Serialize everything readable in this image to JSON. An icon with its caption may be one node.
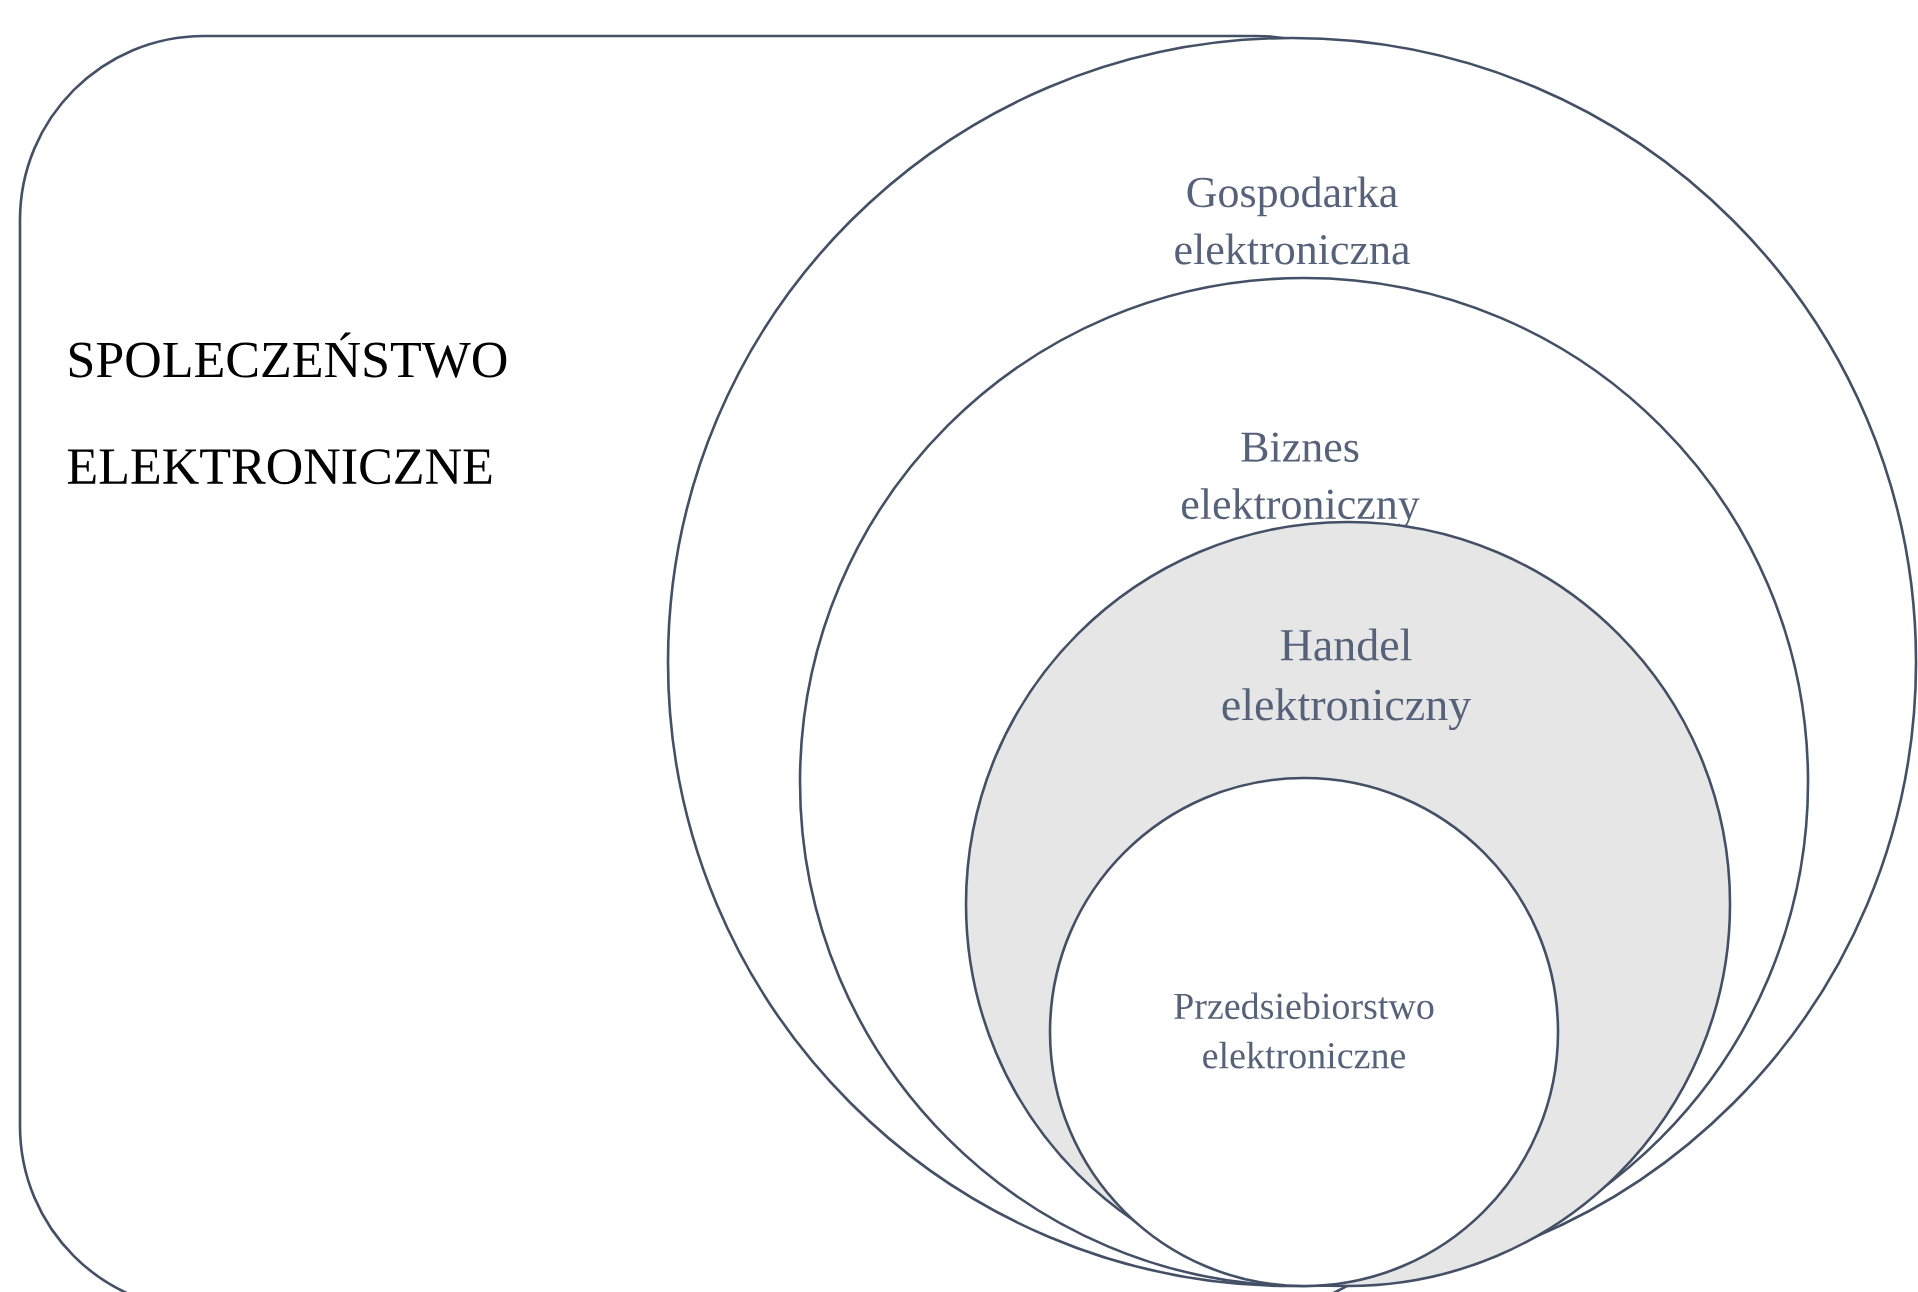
{
  "diagram": {
    "nodes": [
      {
        "text": [
          "SPOLECZEŃSTWO ELEKTRONICZNE"
        ]
      },
      {
        "text": [
          "Gospodarka elektroniczna"
        ]
      },
      {
        "text": [
          "Biznes elektroniczny"
        ],
        "in": 1
      },
      {
        "text": [
          "Handel elektroniczny"
        ],
        "in": 2
      },
      {
        "text": [
          "Przedsiebiorstwo elektroniczne"
        ],
        "in": 3
      }
    ]
  }
}
